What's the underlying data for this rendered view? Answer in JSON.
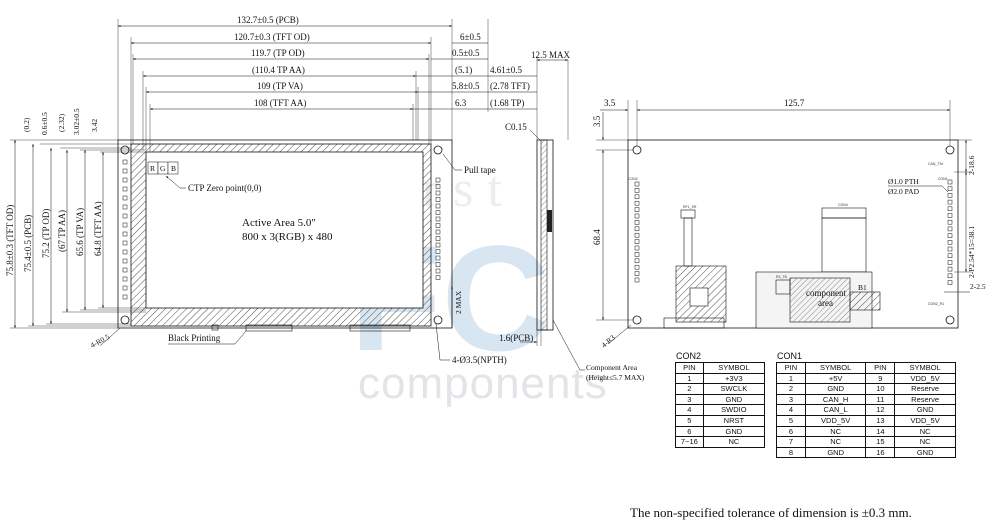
{
  "watermark": {
    "word_top": "first",
    "logo": "FC",
    "word_bottom": "components"
  },
  "front_view": {
    "dims_top": [
      "132.7±0.5 (PCB)",
      "120.7±0.3 (TFT OD)",
      "119.7 (TP OD)",
      "(110.4 TP AA)",
      "109 (TP VA)",
      "108 (TFT AA)"
    ],
    "dims_right_top": [
      "6±0.5",
      "0.5±0.5",
      "(5.1)",
      "5.8±0.5",
      "6.3"
    ],
    "dims_left_top": [
      "(0.2)",
      "0.6±0.5",
      "(2.32)",
      "3.02±0.5",
      "3.42"
    ],
    "dims_left": [
      "75.8±0.3 (TFT OD)",
      "75.4±0.5 (PCB)",
      "75.2 (TP OD)",
      "(67 TP AA)",
      "65.6 (TP VA)",
      "64.8 (TFT AA)"
    ],
    "rgb": [
      "R",
      "G",
      "B"
    ],
    "ctp_zero": "CTP Zero point(0,0)",
    "active_area_line1": "Active Area 5.0\"",
    "active_area_line2": "800 x 3(RGB) x 480",
    "pull_tape": "Pull tape",
    "radius": "4-R0.5",
    "black_printing": "Black Printing",
    "two_max": "2 MAX",
    "holes": "4-Ø3.5(NPTH)"
  },
  "side_view": {
    "max_thickness": "12.5 MAX",
    "dims_right": [
      "4.61±0.5",
      "(2.78 TFT)",
      "(1.68 TP)"
    ],
    "chamfer": "C0.15",
    "pcb_thickness": "1.6(PCB)",
    "component_area_line1": "Component Area",
    "component_area_line2": "(Height≤5.7 MAX)"
  },
  "back_view": {
    "dim_3_5_top": "3.5",
    "dim_125_7": "125.7",
    "dim_3_5_left": "3.5",
    "dim_68_4": "68.4",
    "radius": "4-R3",
    "dim_2_18_6": "2-18.6",
    "pth": "Ø1.0 PTH",
    "pad": "Ø2.0 PAD",
    "pitch": "2-P2.54*15=38.1",
    "dim_2_2_5": "2-2.5",
    "component_label": "component",
    "component_label_2": "area",
    "b1": "B1",
    "silk": [
      "CON2",
      "CON1",
      "CON4",
      "CAN_T.M",
      "RF1_SR",
      "R3_TB",
      "CON2_R1"
    ]
  },
  "con2": {
    "title": "CON2",
    "headers": [
      "PIN",
      "SYMBOL"
    ],
    "rows": [
      [
        "1",
        "+3V3"
      ],
      [
        "2",
        "SWCLK"
      ],
      [
        "3",
        "GND"
      ],
      [
        "4",
        "SWDIO"
      ],
      [
        "5",
        "NRST"
      ],
      [
        "6",
        "GND"
      ],
      [
        "7~16",
        "NC"
      ]
    ]
  },
  "con1": {
    "title": "CON1",
    "headers": [
      "PIN",
      "SYMBOL",
      "PIN",
      "SYMBOL"
    ],
    "rows": [
      [
        "1",
        "+5V",
        "9",
        "VDD_5V"
      ],
      [
        "2",
        "GND",
        "10",
        "Reserve"
      ],
      [
        "3",
        "CAN_H",
        "11",
        "Reserve"
      ],
      [
        "4",
        "CAN_L",
        "12",
        "GND"
      ],
      [
        "5",
        "VDD_5V",
        "13",
        "VDD_5V"
      ],
      [
        "6",
        "NC",
        "14",
        "NC"
      ],
      [
        "7",
        "NC",
        "15",
        "NC"
      ],
      [
        "8",
        "GND",
        "16",
        "GND"
      ]
    ]
  },
  "note": "The non-specified tolerance of dimension is ±0.3 mm."
}
